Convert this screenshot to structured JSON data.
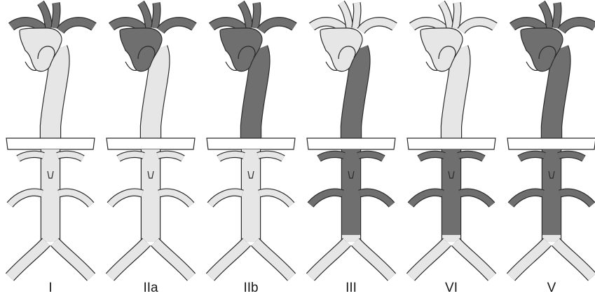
{
  "panels": [
    {
      "label": "I",
      "shading": {
        "arch_branches": true,
        "ascending": false,
        "descending_thoracic": false,
        "abdominal_branches": false,
        "abdominal": false
      }
    },
    {
      "label": "IIa",
      "shading": {
        "arch_branches": true,
        "ascending": true,
        "descending_thoracic": false,
        "abdominal_branches": false,
        "abdominal": false
      }
    },
    {
      "label": "IIb",
      "shading": {
        "arch_branches": true,
        "ascending": true,
        "descending_thoracic": true,
        "abdominal_branches": false,
        "abdominal": false
      }
    },
    {
      "label": "III",
      "shading": {
        "arch_branches": false,
        "ascending": false,
        "descending_thoracic": true,
        "abdominal_branches": true,
        "abdominal": true
      }
    },
    {
      "label": "VI",
      "shading": {
        "arch_branches": false,
        "ascending": false,
        "descending_thoracic": false,
        "abdominal_branches": true,
        "abdominal": true
      }
    },
    {
      "label": "V",
      "shading": {
        "arch_branches": true,
        "ascending": true,
        "descending_thoracic": true,
        "abdominal_branches": true,
        "abdominal": true
      }
    }
  ],
  "colors": {
    "dark": "#6f6f6f",
    "light": "#e6e6e6",
    "outline": "#2b2b2b",
    "background": "#ffffff"
  }
}
